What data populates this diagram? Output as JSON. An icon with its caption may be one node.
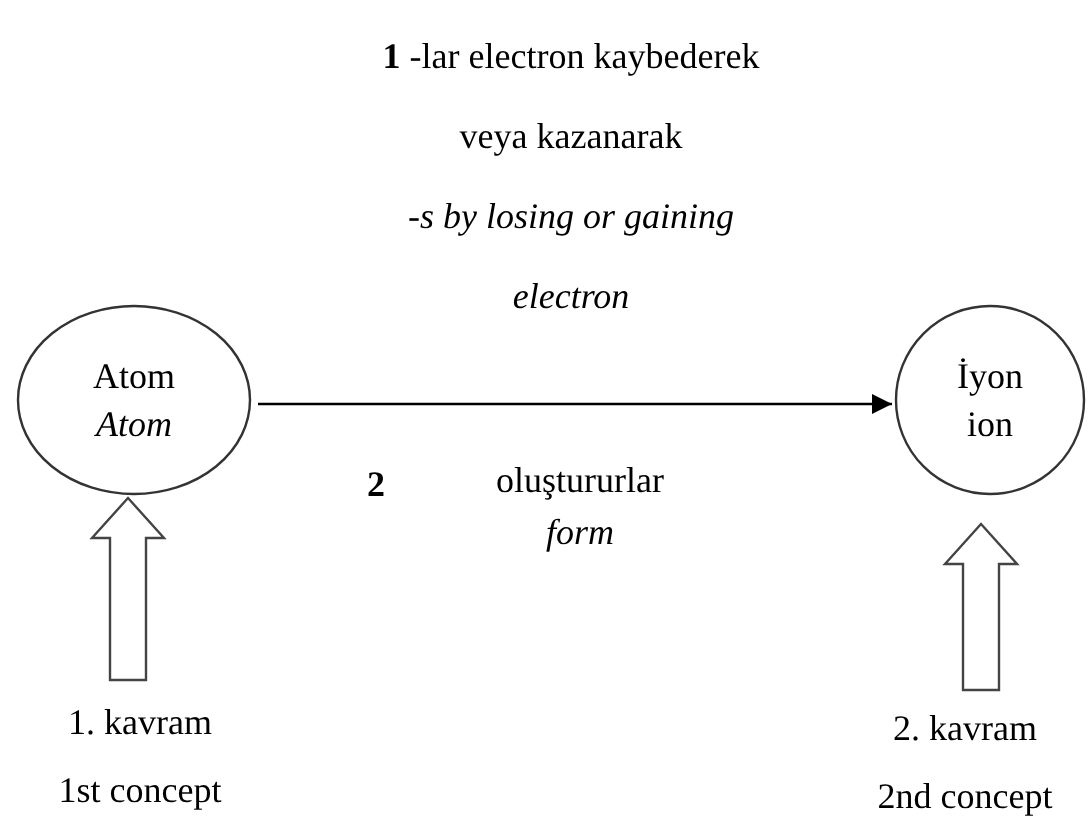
{
  "diagram": {
    "nodes": [
      {
        "text": [
          "Atom",
          "Atom"
        ]
      },
      {
        "text": [
          "İyon",
          "ion"
        ]
      },
      {
        "text": [
          "1. kavram",
          "1st concept"
        ]
      },
      {
        "text": [
          "2. kavram",
          "2nd concept"
        ]
      }
    ],
    "edges": [
      {
        "from": 0,
        "to": 1,
        "arrow": "to"
      },
      {
        "from": 2,
        "to": 0,
        "arrow": "to"
      },
      {
        "from": 3,
        "to": 1,
        "arrow": "to"
      }
    ],
    "labels": [
      "**1** -lar electron kaybederek veya kazanarak",
      "-s by losing or gaining electron",
      "**2**",
      "oluştururlar",
      "form"
    ]
  }
}
